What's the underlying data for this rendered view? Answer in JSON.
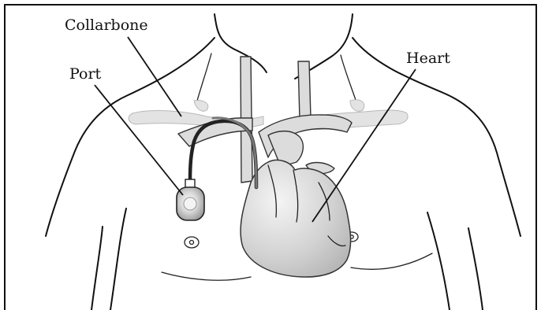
{
  "labels": {
    "collarbone": "Collarbone",
    "port": "Port",
    "heart": "Heart"
  },
  "colors": {
    "frame": "#111111",
    "organ_fill": "#d6d6d6",
    "bone_fill": "#e3e3e3",
    "catheter": "#222222"
  }
}
